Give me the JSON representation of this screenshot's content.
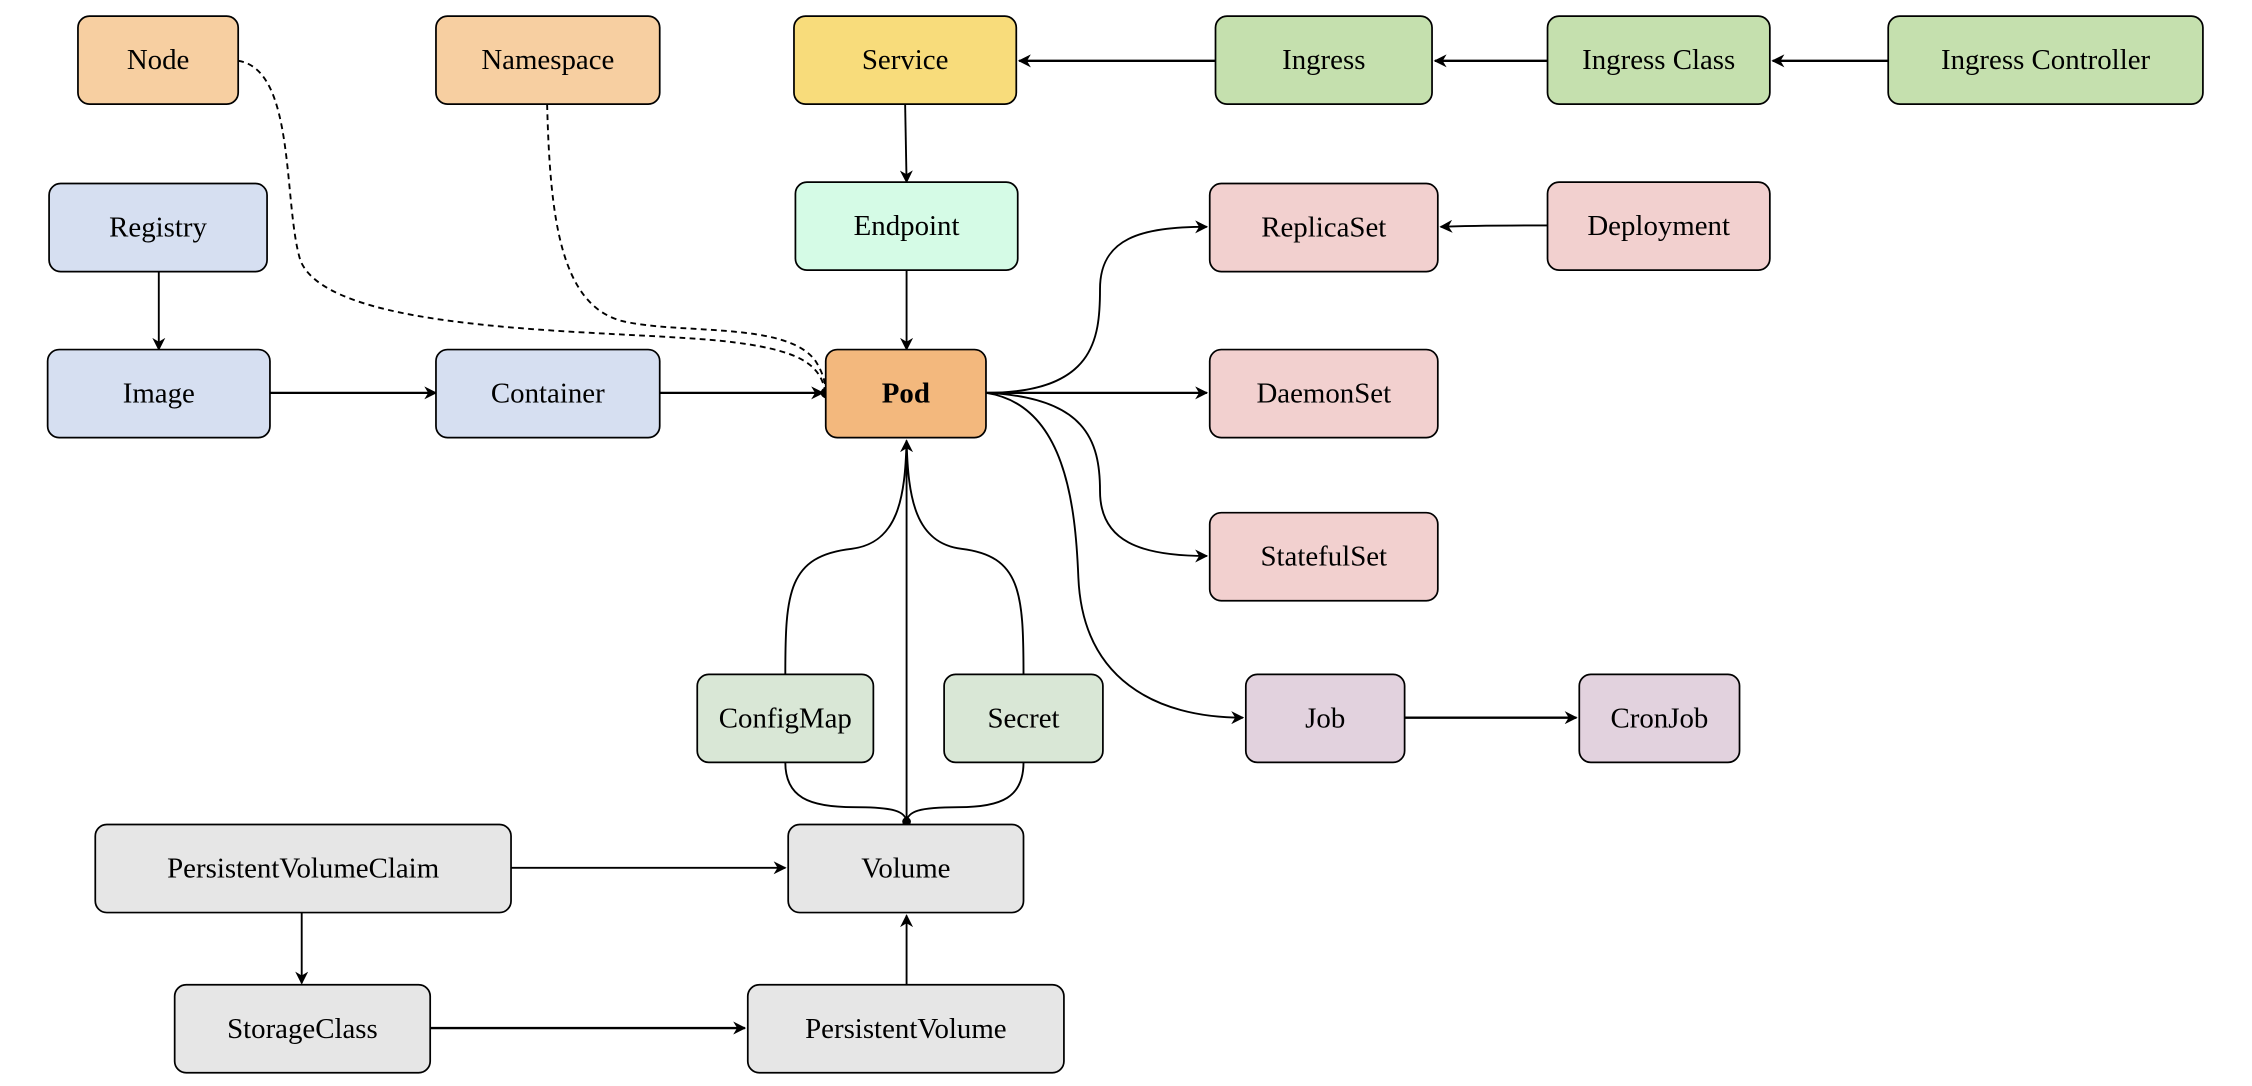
{
  "nodes": {
    "node": {
      "label": "Node",
      "color": "#f7cfa1"
    },
    "namespace": {
      "label": "Namespace",
      "color": "#f7cfa1"
    },
    "service": {
      "label": "Service",
      "color": "#f8dc7b"
    },
    "ingress": {
      "label": "Ingress",
      "color": "#c5e0ae"
    },
    "ingress_class": {
      "label": "Ingress Class",
      "color": "#c5e0ae"
    },
    "ingress_controller": {
      "label": "Ingress Controller",
      "color": "#c5e0ae"
    },
    "registry": {
      "label": "Registry",
      "color": "#d6dff1"
    },
    "endpoint": {
      "label": "Endpoint",
      "color": "#d5fbe6"
    },
    "replicaset": {
      "label": "ReplicaSet",
      "color": "#f2d0cf"
    },
    "deployment": {
      "label": "Deployment",
      "color": "#f2d0cf"
    },
    "image": {
      "label": "Image",
      "color": "#d6dff1"
    },
    "container": {
      "label": "Container",
      "color": "#d6dff1"
    },
    "pod": {
      "label": "Pod",
      "color": "#f3b87d"
    },
    "daemonset": {
      "label": "DaemonSet",
      "color": "#f2d0cf"
    },
    "statefulset": {
      "label": "StatefulSet",
      "color": "#f2d0cf"
    },
    "configmap": {
      "label": "ConfigMap",
      "color": "#d9e7d6"
    },
    "secret": {
      "label": "Secret",
      "color": "#d9e7d6"
    },
    "job": {
      "label": "Job",
      "color": "#e2d2de"
    },
    "cronjob": {
      "label": "CronJob",
      "color": "#e2d2de"
    },
    "pvc": {
      "label": "PersistentVolumeClaim",
      "color": "#e6e6e6"
    },
    "volume": {
      "label": "Volume",
      "color": "#e6e6e6"
    },
    "storageclass": {
      "label": "StorageClass",
      "color": "#e6e6e6"
    },
    "pv": {
      "label": "PersistentVolume",
      "color": "#e6e6e6"
    }
  },
  "edges": [
    {
      "from": "node",
      "to": "pod",
      "style": "dashed"
    },
    {
      "from": "namespace",
      "to": "pod",
      "style": "dashed"
    },
    {
      "from": "ingress",
      "to": "service"
    },
    {
      "from": "ingress_class",
      "to": "ingress"
    },
    {
      "from": "ingress_controller",
      "to": "ingress_class"
    },
    {
      "from": "service",
      "to": "endpoint"
    },
    {
      "from": "endpoint",
      "to": "pod"
    },
    {
      "from": "registry",
      "to": "image"
    },
    {
      "from": "image",
      "to": "container"
    },
    {
      "from": "container",
      "to": "pod"
    },
    {
      "from": "deployment",
      "to": "replicaset"
    },
    {
      "from": "pod",
      "to": "replicaset"
    },
    {
      "from": "pod",
      "to": "daemonset"
    },
    {
      "from": "pod",
      "to": "statefulset"
    },
    {
      "from": "pod",
      "to": "job"
    },
    {
      "from": "job",
      "to": "cronjob"
    },
    {
      "from": "configmap",
      "to": "pod"
    },
    {
      "from": "secret",
      "to": "pod"
    },
    {
      "from": "volume",
      "to": "pod"
    },
    {
      "from": "configmap",
      "to": "volume"
    },
    {
      "from": "secret",
      "to": "volume"
    },
    {
      "from": "pvc",
      "to": "volume"
    },
    {
      "from": "pvc",
      "to": "storageclass"
    },
    {
      "from": "storageclass",
      "to": "pv"
    },
    {
      "from": "pv",
      "to": "volume"
    }
  ]
}
